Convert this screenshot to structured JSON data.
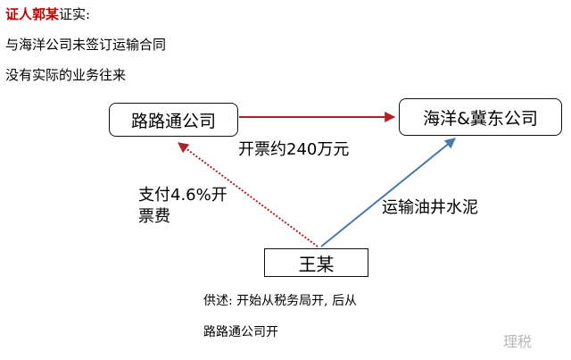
{
  "header": {
    "witness_name": "证人郭某",
    "witness_suffix": "证实:"
  },
  "testimony": [
    "与海洋公司未签订运输合同",
    "没有实际的业务往来"
  ],
  "nodes": {
    "lulu": "路路通公司",
    "haiyang": "海洋&冀东公司",
    "wang": "王某"
  },
  "edges": {
    "invoice": "开票约240万元",
    "fee_line1": "支付4.6%开",
    "fee_line2": "票费",
    "transport": "运输油井水泥"
  },
  "supply": {
    "line1": "供述:  开始从税务局开,  后从",
    "line2": "路路通公司开"
  },
  "watermark": "理税",
  "colors": {
    "red_arrow": "#b22222",
    "blue_arrow": "#4a7aa8",
    "heading_red": "#c00000"
  }
}
